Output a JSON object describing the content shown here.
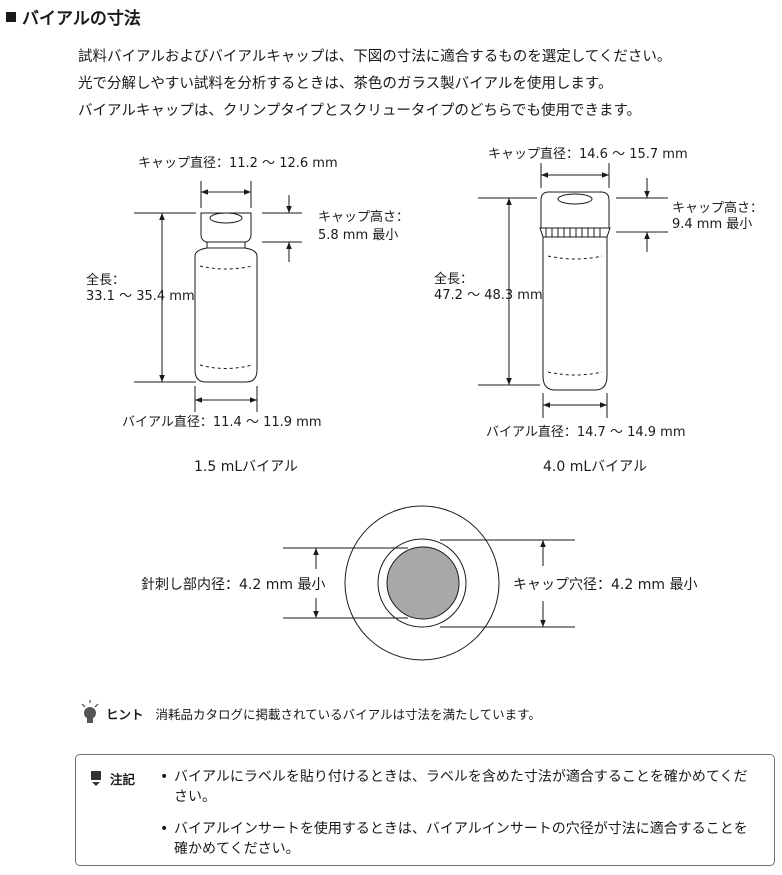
{
  "heading": "バイアルの寸法",
  "intro": [
    "試料バイアルおよびバイアルキャップは、下図の寸法に適合するものを選定してください。",
    "光で分解しやすい試料を分析するときは、茶色のガラス製バイアルを使用します。",
    "バイアルキャップは、クリンプタイプとスクリュータイプのどちらでも使用できます。"
  ],
  "vial_small": {
    "cap_diameter": "キャップ直径：11.2 ～ 12.6 mm",
    "cap_height_label": "キャップ高さ：",
    "cap_height_value": "5.8 mm 最小",
    "total_length_label": "全長：",
    "total_length_value": "33.1 ～ 35.4 mm",
    "vial_diameter": "バイアル直径：11.4 ～ 11.9 mm",
    "caption": "1.5 mLバイアル"
  },
  "vial_large": {
    "cap_diameter": "キャップ直径：14.6 ～ 15.7 mm",
    "cap_height_label": "キャップ高さ：",
    "cap_height_value": "9.4 mm 最小",
    "total_length_label": "全長：",
    "total_length_value": "47.2 ～ 48.3 mm",
    "vial_diameter": "バイアル直径：14.7 ～ 14.9 mm",
    "caption": "4.0 mLバイアル"
  },
  "cap_top": {
    "needle_inner_diameter": "針刺し部内径：4.2 mm 最小",
    "cap_hole_diameter": "キャップ穴径：4.2 mm 最小"
  },
  "hint": {
    "icon": "lightbulb-icon",
    "label": "ヒント",
    "text": "消耗品カタログに掲載されているバイアルは寸法を満たしています。"
  },
  "note": {
    "icon": "caution-marker-icon",
    "label": "注記",
    "items": [
      "バイアルにラベルを貼り付けるときは、ラベルを含めた寸法が適合することを確かめてください。",
      "バイアルインサートを使用するときは、バイアルインサートの穴径が寸法に適合することを確かめてください。"
    ]
  }
}
